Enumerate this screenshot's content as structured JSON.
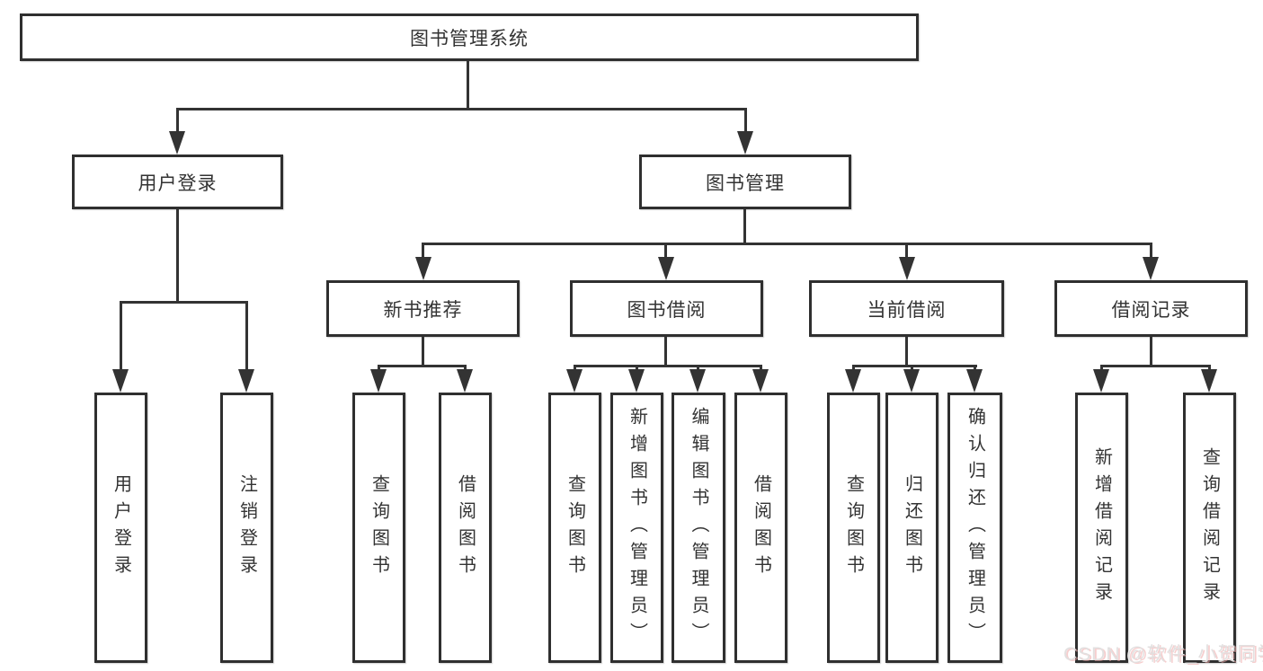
{
  "diagram": {
    "root": {
      "label": "图书管理系统"
    },
    "branches": [
      {
        "label": "用户登录",
        "children": [
          {
            "label": "用户登录"
          },
          {
            "label": "注销登录"
          }
        ]
      },
      {
        "label": "图书管理",
        "children": [
          {
            "label": "新书推荐",
            "children": [
              {
                "label": "查询图书"
              },
              {
                "label": "借阅图书"
              }
            ]
          },
          {
            "label": "图书借阅",
            "children": [
              {
                "label": "查询图书"
              },
              {
                "label": "新增图书（管理员）"
              },
              {
                "label": "编辑图书（管理员）"
              },
              {
                "label": "借阅图书"
              }
            ]
          },
          {
            "label": "当前借阅",
            "children": [
              {
                "label": "查询图书"
              },
              {
                "label": "归还图书"
              },
              {
                "label": "确认归还（管理员）"
              }
            ]
          },
          {
            "label": "借阅记录",
            "children": [
              {
                "label": "新增借阅记录"
              },
              {
                "label": "查询借阅记录"
              }
            ]
          }
        ]
      }
    ]
  },
  "watermark": {
    "text": "CSDN @软件_小贺同学"
  },
  "colors": {
    "line": "#333333",
    "border": "#2f2f2f",
    "background": "#ffffff",
    "watermark": "#e2e0e0"
  }
}
